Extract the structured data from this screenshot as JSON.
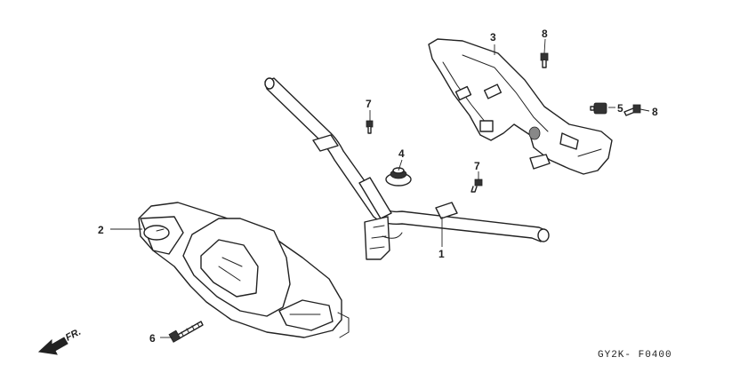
{
  "diagram": {
    "callouts": [
      {
        "id": "1",
        "text": "1"
      },
      {
        "id": "2",
        "text": "2"
      },
      {
        "id": "3",
        "text": "3"
      },
      {
        "id": "4",
        "text": "4"
      },
      {
        "id": "5",
        "text": "5"
      },
      {
        "id": "6",
        "text": "6"
      },
      {
        "id": "7a",
        "text": "7"
      },
      {
        "id": "7b",
        "text": "7"
      },
      {
        "id": "8a",
        "text": "8"
      },
      {
        "id": "8b",
        "text": "8"
      }
    ],
    "direction_label": "FR.",
    "drawing_code": "GY2K- F0400"
  }
}
